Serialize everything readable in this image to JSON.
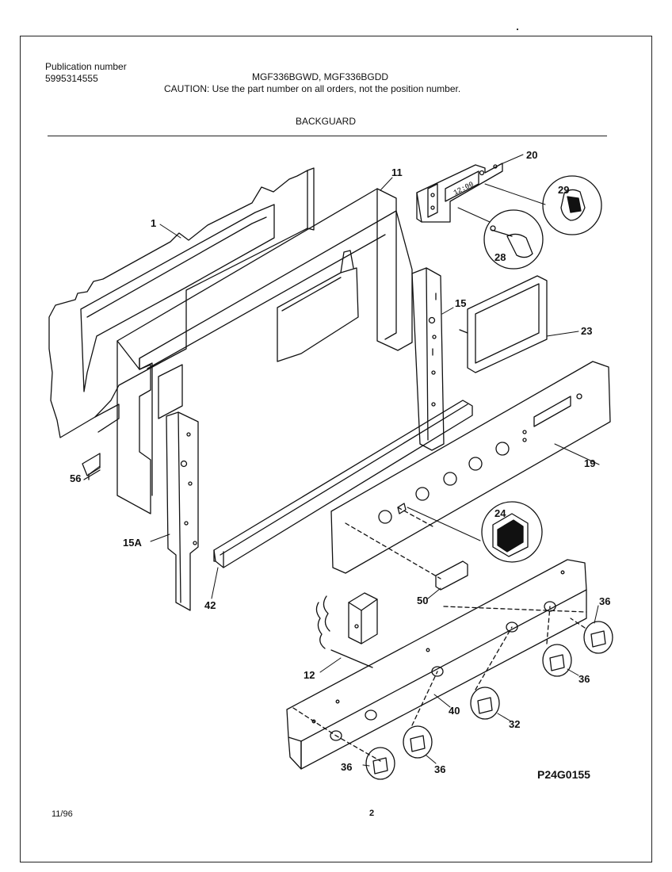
{
  "header": {
    "publication_label": "Publication number",
    "publication_number": "5995314555",
    "models": "MGF336BGWD, MGF336BGDD",
    "caution": "CAUTION:  Use the part number on all orders, not the position number.",
    "section_title": "BACKGUARD"
  },
  "callouts": {
    "c1": "1",
    "c11": "11",
    "c20": "20",
    "c29": "29",
    "c28": "28",
    "c15": "15",
    "c23": "23",
    "c19": "19",
    "c56": "56",
    "c15a": "15A",
    "c24": "24",
    "c42": "42",
    "c50": "50",
    "c36_top": "36",
    "c36_right": "36",
    "c12": "12",
    "c40": "40",
    "c32": "32",
    "c36_bottom_left": "36",
    "c36_bottom_mid": "36"
  },
  "display_clock": "12:00",
  "footer": {
    "drawing_code": "P24G0155",
    "date": "11/96",
    "page": "2"
  }
}
